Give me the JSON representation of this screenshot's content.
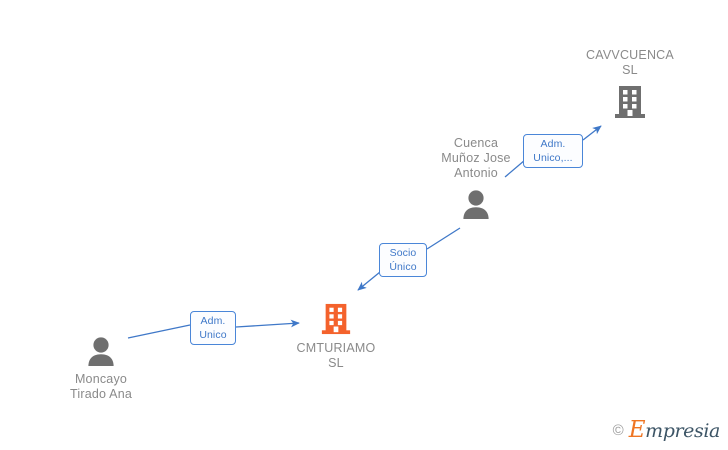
{
  "diagram": {
    "type": "corporate-relationship-graph",
    "background_color": "#ffffff",
    "accent_colors": {
      "company_highlight": "#f4622c",
      "company_default": "#6f6f6f",
      "person": "#6f6f6f",
      "edge": "#3f78c8",
      "label_text": "#8a8a8a",
      "chip_text": "#3f78c8",
      "chip_border": "#4a86d8"
    }
  },
  "nodes": [
    {
      "id": "cavvcuenca",
      "kind": "company",
      "icon": "building-icon",
      "label": "CAVVCUENCA\nSL",
      "highlight": false
    },
    {
      "id": "cuenca-munoz",
      "kind": "person",
      "icon": "person-icon",
      "label": "Cuenca\nMuñoz Jose\nAntonio"
    },
    {
      "id": "cmturiamo",
      "kind": "company",
      "icon": "building-icon",
      "label": "CMTURIAMO\nSL",
      "highlight": true
    },
    {
      "id": "moncayo",
      "kind": "person",
      "icon": "person-icon",
      "label": "Moncayo\nTirado Ana"
    }
  ],
  "edges": [
    {
      "id": "edge-cuenca-cavvcuenca",
      "from": "cuenca-munoz",
      "to": "cavvcuenca",
      "chip_label": "Adm.\nUnico,..."
    },
    {
      "id": "edge-cuenca-cmturiamo",
      "from": "cuenca-munoz",
      "to": "cmturiamo",
      "chip_label": "Socio\nÚnico"
    },
    {
      "id": "edge-moncayo-cmturiamo",
      "from": "moncayo",
      "to": "cmturiamo",
      "chip_label": "Adm.\nUnico"
    }
  ],
  "watermark": {
    "copyright_symbol": "©",
    "brand_initial": "E",
    "brand_rest": "mpresia"
  }
}
